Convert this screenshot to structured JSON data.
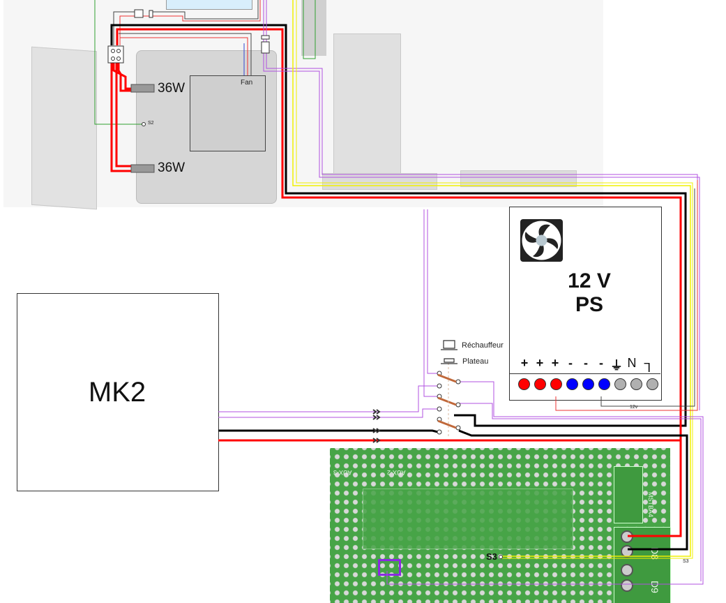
{
  "oven": {
    "heater_top_label": "36W",
    "heater_bottom_label": "36W",
    "fan_label": "Fan",
    "sensor_label": "S2"
  },
  "power_supply": {
    "title_line1": "12 V",
    "title_line2": "PS",
    "terminals": [
      "+",
      "+",
      "+",
      "-",
      "-",
      "-",
      "⏚",
      "N",
      "L"
    ],
    "terminal_colors": [
      "#ff0000",
      "#ff0000",
      "#ff0000",
      "#0000ff",
      "#0000ff",
      "#0000ff",
      "#b0b0b0",
      "#b0b0b0",
      "#b0b0b0"
    ],
    "output_label": "12v"
  },
  "switches": {
    "heater_label": "Réchauffeur",
    "bed_label": "Plateau"
  },
  "mk2": {
    "label": "MK2"
  },
  "board": {
    "s3_label": "S3",
    "s3_side_label": "S3",
    "silk_mstba": "MSTBA4",
    "silk_aux3": "AUX-3",
    "silk_aux2": "AUX-2",
    "silk_d8": "D8",
    "silk_d9": "D9"
  },
  "colors": {
    "red": "#ff0000",
    "black": "#000000",
    "purple": "#b050e0",
    "yellow": "#f0f000",
    "green": "#30a030",
    "pcb": "#47a447"
  }
}
